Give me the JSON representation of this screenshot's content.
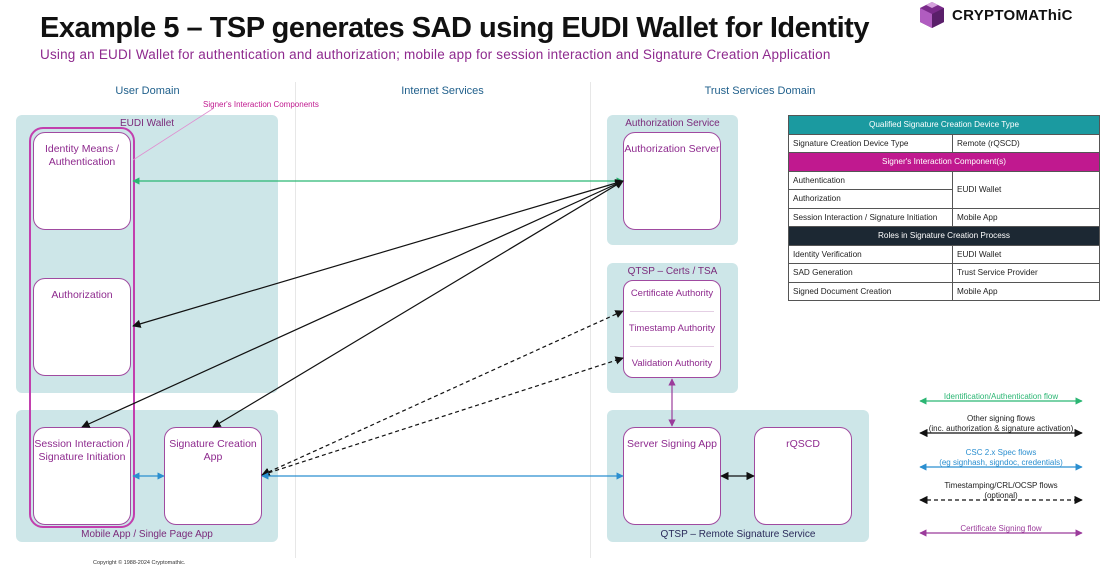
{
  "header": {
    "title": "Example 5 – TSP generates SAD using EUDI Wallet for Identity",
    "subtitle": "Using an EUDI Wallet for authentication and authorization; mobile app for session interaction and Signature Creation Application",
    "brand": "CRYPTOMAThiC"
  },
  "domains": {
    "user": "User Domain",
    "internet": "Internet Services",
    "trust": "Trust Services Domain"
  },
  "annotation": "Signer's Interaction Components",
  "panels": {
    "eudi_wallet": "EUDI Wallet",
    "mobile_app": "Mobile App / Single Page App",
    "authorization_service": "Authorization Service",
    "qtsp_certs": "QTSP – Certs / TSA",
    "qtsp_remote": "QTSP – Remote Signature Service"
  },
  "boxes": {
    "identity_means": "Identity Means / Authentication",
    "authorization": "Authorization",
    "session_interaction": "Session Interaction / Signature Initiation",
    "signature_creation_app": "Signature Creation App",
    "authorization_server": "Authorization Server",
    "certificate_authority": "Certificate Authority",
    "timestamp_authority": "Timestamp Authority",
    "validation_authority": "Validation Authority",
    "server_signing_app": "Server Signing App",
    "rqscd": "rQSCD"
  },
  "info_table": {
    "device_header": "Qualified Signature Creation Device Type",
    "device_row": [
      "Signature Creation Device Type",
      "Remote (rQSCD)"
    ],
    "sic_header": "Signer's Interaction Component(s)",
    "authentication": "Authentication",
    "authorization": "Authorization",
    "auth_value": "EUDI Wallet",
    "session_row": [
      "Session Interaction / Signature Initiation",
      "Mobile App"
    ],
    "roles_header": "Roles in Signature Creation Process",
    "roles": [
      [
        "Identity Verification",
        "EUDI Wallet"
      ],
      [
        "SAD Generation",
        "Trust Service Provider"
      ],
      [
        "Signed Document Creation",
        "Mobile App"
      ]
    ],
    "colors": {
      "teal": "#1b9aa0",
      "magenta": "#c0198f",
      "dark": "#1c2833"
    }
  },
  "legend": {
    "identification": "Identification/Authentication flow",
    "other_line1": "Other signing flows",
    "other_line2": "(inc. authorization & signature activation)",
    "csc_line1": "CSC 2.x Spec flows",
    "csc_line2": "(eg signhash, signdoc, credentials)",
    "ts_line1": "Timestamping/CRL/OCSP flows",
    "ts_line2": "(optional)",
    "cert": "Certificate Signing flow"
  },
  "colors": {
    "green": "#2bb673",
    "blue": "#2b8fd0",
    "purple": "#9b3b9b",
    "black": "#111111"
  },
  "copyright": "Copyright © 1988-2024 Cryptomathic."
}
